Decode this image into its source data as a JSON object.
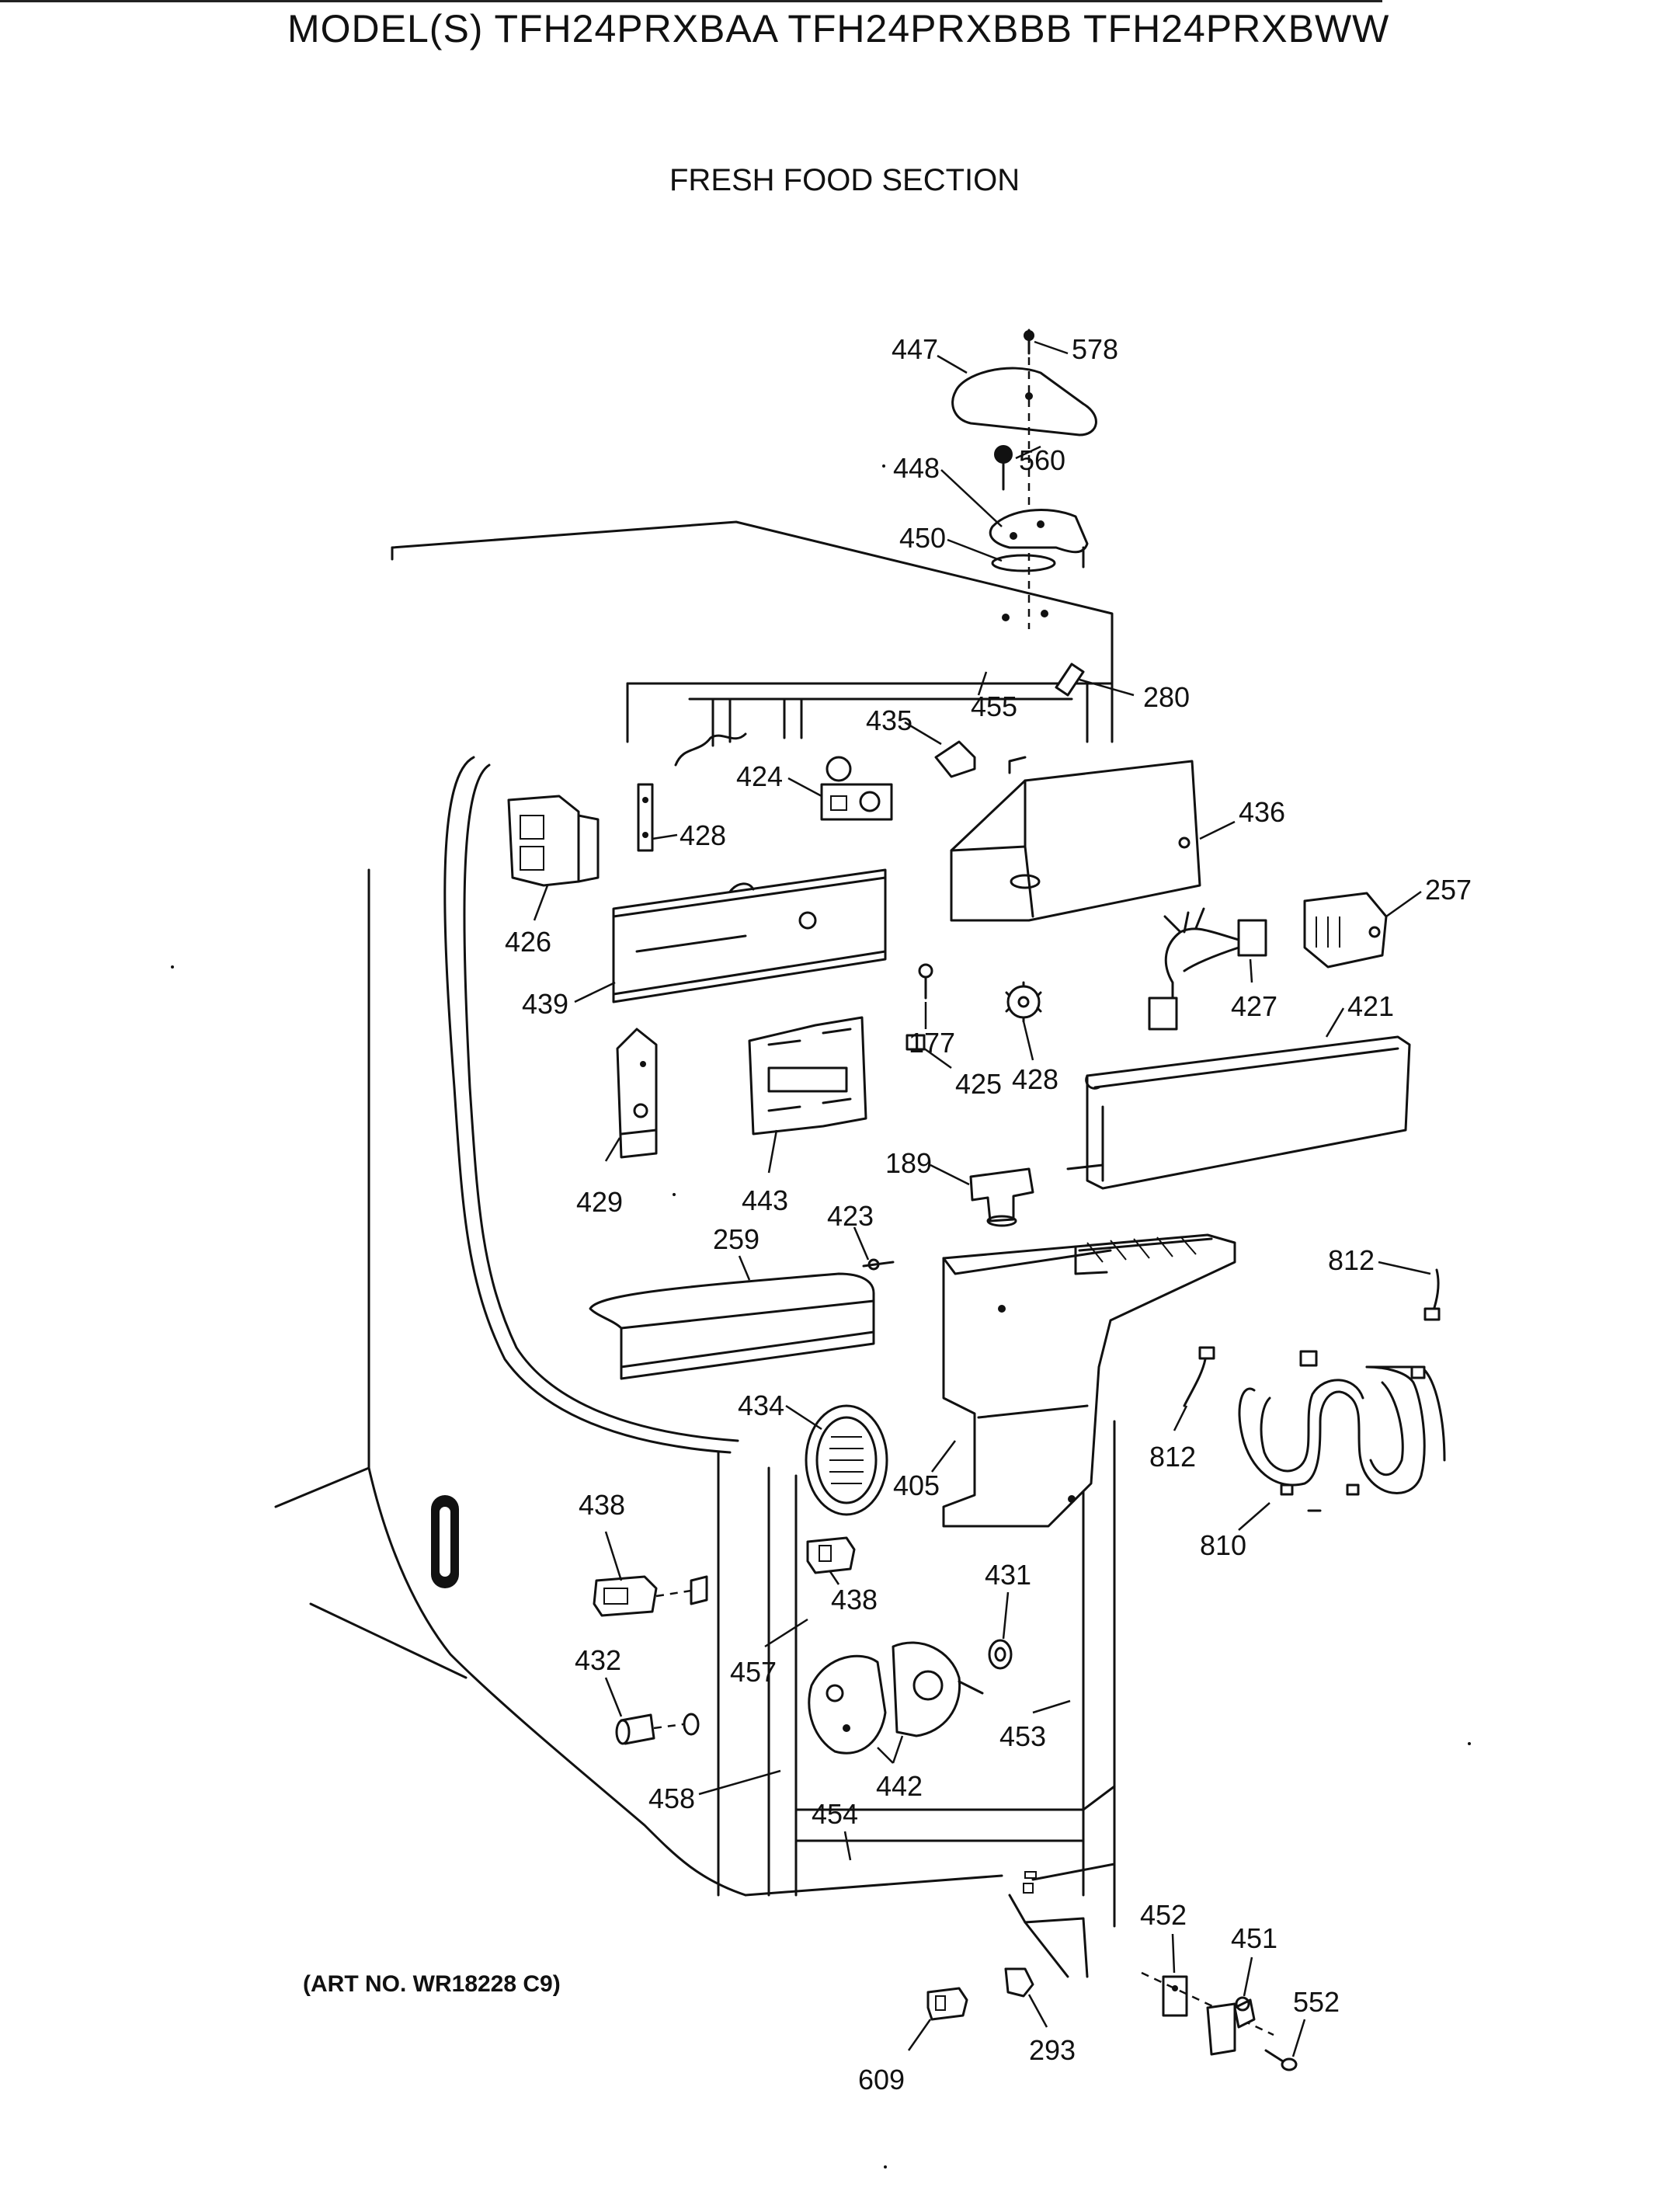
{
  "header": {
    "model_title": "MODEL(S) TFH24PRXBAA  TFH24PRXBBB  TFH24PRXBWW",
    "section_title": "FRESH FOOD SECTION"
  },
  "footer": {
    "art_no": "(ART NO. WR18228 C9)"
  },
  "callouts": [
    {
      "id": "c447",
      "label": "447"
    },
    {
      "id": "c578",
      "label": "578"
    },
    {
      "id": "c448",
      "label": "448"
    },
    {
      "id": "c560",
      "label": "560"
    },
    {
      "id": "c450",
      "label": "450"
    },
    {
      "id": "c280",
      "label": "280"
    },
    {
      "id": "c455",
      "label": "455"
    },
    {
      "id": "c435",
      "label": "435"
    },
    {
      "id": "c424",
      "label": "424"
    },
    {
      "id": "c428a",
      "label": "428"
    },
    {
      "id": "c436",
      "label": "436"
    },
    {
      "id": "c426",
      "label": "426"
    },
    {
      "id": "c439",
      "label": "439"
    },
    {
      "id": "c257",
      "label": "257"
    },
    {
      "id": "c427",
      "label": "427"
    },
    {
      "id": "c421",
      "label": "421"
    },
    {
      "id": "c177",
      "label": "177"
    },
    {
      "id": "c428b",
      "label": "428"
    },
    {
      "id": "c425",
      "label": "425"
    },
    {
      "id": "c429",
      "label": "429"
    },
    {
      "id": "c443",
      "label": "443"
    },
    {
      "id": "c189",
      "label": "189"
    },
    {
      "id": "c423",
      "label": "423"
    },
    {
      "id": "c259",
      "label": "259"
    },
    {
      "id": "c812a",
      "label": "812"
    },
    {
      "id": "c812b",
      "label": "812"
    },
    {
      "id": "c434",
      "label": "434"
    },
    {
      "id": "c405",
      "label": "405"
    },
    {
      "id": "c810",
      "label": "810"
    },
    {
      "id": "c438a",
      "label": "438"
    },
    {
      "id": "c438b",
      "label": "438"
    },
    {
      "id": "c431",
      "label": "431"
    },
    {
      "id": "c432",
      "label": "432"
    },
    {
      "id": "c457",
      "label": "457"
    },
    {
      "id": "c453",
      "label": "453"
    },
    {
      "id": "c442",
      "label": "442"
    },
    {
      "id": "c458",
      "label": "458"
    },
    {
      "id": "c454",
      "label": "454"
    },
    {
      "id": "c452",
      "label": "452"
    },
    {
      "id": "c451",
      "label": "451"
    },
    {
      "id": "c552",
      "label": "552"
    },
    {
      "id": "c609",
      "label": "609"
    },
    {
      "id": "c293",
      "label": "293"
    }
  ]
}
